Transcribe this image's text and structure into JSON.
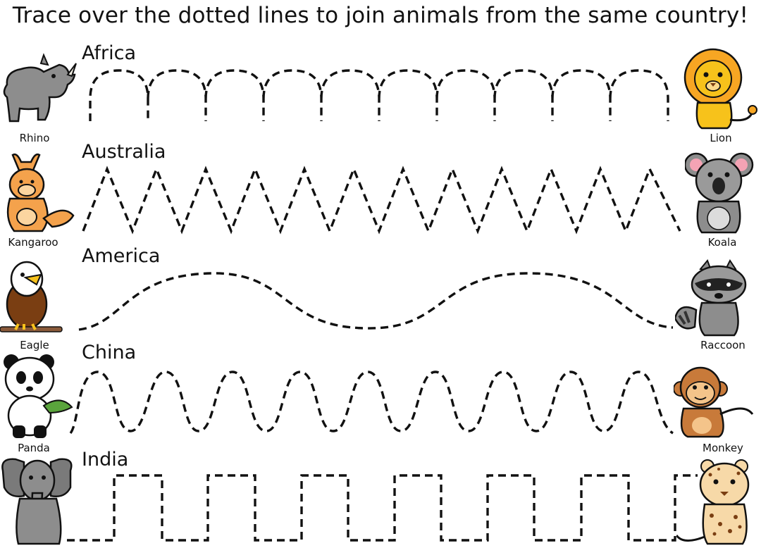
{
  "title": "Trace over the dotted lines to join animals from the same country!",
  "rows": [
    {
      "country": "Africa",
      "left_animal": "Rhino",
      "right_animal": "Lion",
      "pattern": "arches"
    },
    {
      "country": "Australia",
      "left_animal": "Kangaroo",
      "right_animal": "Koala",
      "pattern": "zigzag"
    },
    {
      "country": "America",
      "left_animal": "Eagle",
      "right_animal": "Raccoon",
      "pattern": "wave"
    },
    {
      "country": "China",
      "left_animal": "Panda",
      "right_animal": "Monkey",
      "pattern": "loops"
    },
    {
      "country": "India",
      "left_animal": "",
      "right_animal": "",
      "pattern": "square-wave"
    }
  ],
  "colors": {
    "line": "#111111",
    "gray": "#8a8a8a",
    "orange": "#f4a24c",
    "yellow": "#f7c21b",
    "brown": "#7a3e12"
  }
}
